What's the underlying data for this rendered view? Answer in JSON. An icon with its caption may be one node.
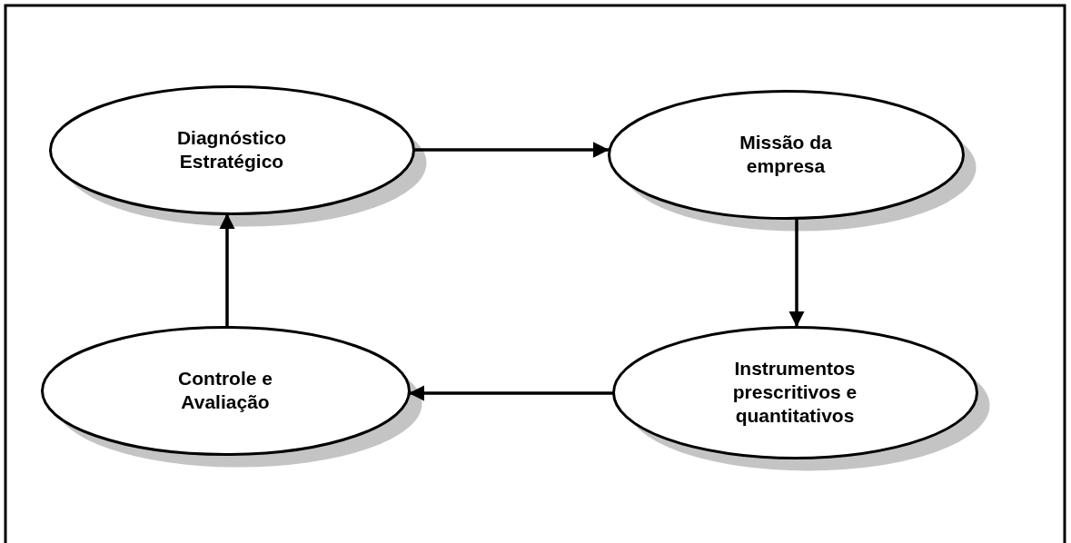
{
  "diagram": {
    "nodes": [
      {
        "text": [
          "Diagnóstico Estratégico"
        ]
      },
      {
        "text": [
          "Missão da empresa"
        ]
      },
      {
        "text": [
          "Controle e Avaliação"
        ]
      },
      {
        "text": [
          "Instrumentos prescritivos e quantitativos"
        ]
      }
    ],
    "edges": [
      {
        "from": 0,
        "to": 1,
        "arrow": "to"
      },
      {
        "from": 1,
        "to": 3,
        "arrow": "to"
      },
      {
        "from": 3,
        "to": 2,
        "arrow": "to"
      },
      {
        "from": 2,
        "to": 0,
        "arrow": "to"
      }
    ]
  }
}
